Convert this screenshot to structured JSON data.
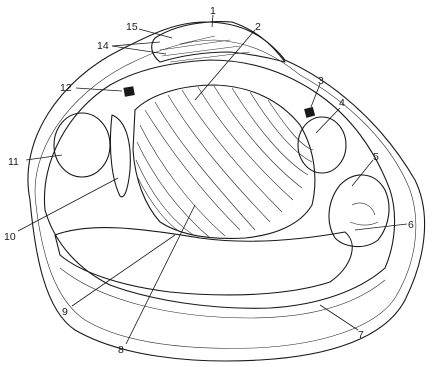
{
  "figure": {
    "callouts": [
      {
        "id": "label-1",
        "text": "1"
      },
      {
        "id": "label-2",
        "text": "2"
      },
      {
        "id": "label-3",
        "text": "3"
      },
      {
        "id": "label-4",
        "text": "4"
      },
      {
        "id": "label-5",
        "text": "5"
      },
      {
        "id": "label-6",
        "text": "6"
      },
      {
        "id": "label-7",
        "text": "7"
      },
      {
        "id": "label-8",
        "text": "8"
      },
      {
        "id": "label-9",
        "text": "9"
      },
      {
        "id": "label-10",
        "text": "10"
      },
      {
        "id": "label-11",
        "text": "11"
      },
      {
        "id": "label-12",
        "text": "12"
      },
      {
        "id": "label-14",
        "text": "14"
      },
      {
        "id": "label-15",
        "text": "15"
      }
    ]
  },
  "colors": {
    "ink": "#1a1a1a",
    "background": "#ffffff",
    "stipple": "#3a3a3a"
  }
}
